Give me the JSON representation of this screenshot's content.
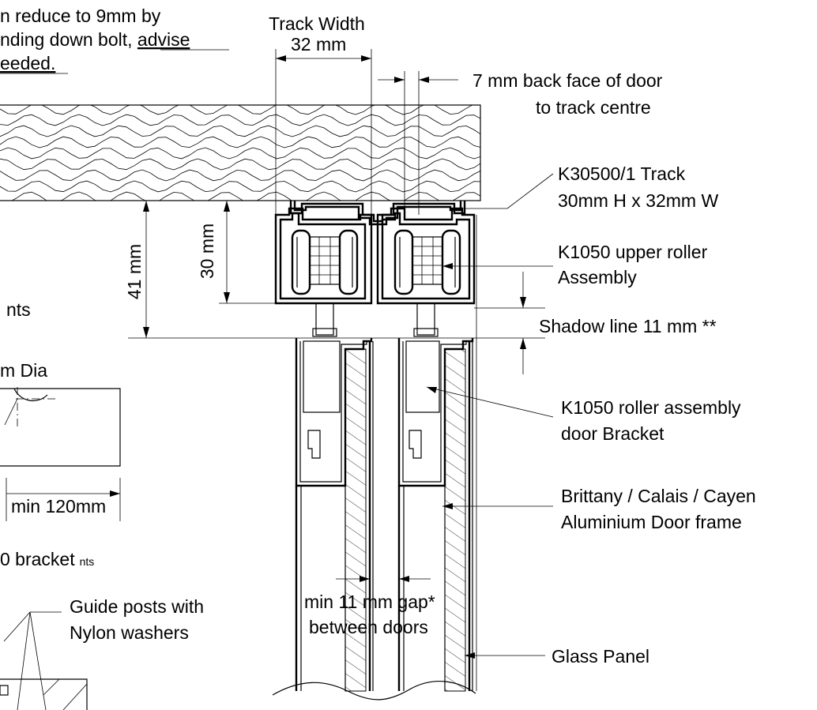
{
  "top_note": {
    "line1": "n reduce to 9mm by",
    "line2_plain": "nding down bolt, ",
    "line2_link": "advise",
    "line3": "eeded."
  },
  "track_width": {
    "title": "Track Width",
    "value": "32 mm"
  },
  "back_face": {
    "line1": "7 mm back face of door",
    "line2": "to track centre"
  },
  "track": {
    "line1": "K30500/1 Track",
    "line2": "30mm H x 32mm W"
  },
  "upper_roller": {
    "line1": "K1050 upper roller",
    "line2": "Assembly"
  },
  "shadow_line": "Shadow line 11 mm **",
  "door_bracket": {
    "line1": "K1050 roller assembly",
    "line2": "door Bracket"
  },
  "door_frame": {
    "line1": "Brittany / Calais / Cayen",
    "line2": "Aluminium Door frame"
  },
  "glass_panel": "Glass Panel",
  "gap": {
    "line1": "min 11 mm gap*",
    "line2": "between doors"
  },
  "dim_41": "41 mm",
  "dim_30": "30 mm",
  "nts_left": "nts",
  "dia_label": "m Dia",
  "min_120": "min 120mm",
  "bracket_nts": {
    "main": "0 bracket",
    "small": "nts"
  },
  "guide_posts": {
    "line1": "Guide posts with",
    "line2": "Nylon washers"
  }
}
